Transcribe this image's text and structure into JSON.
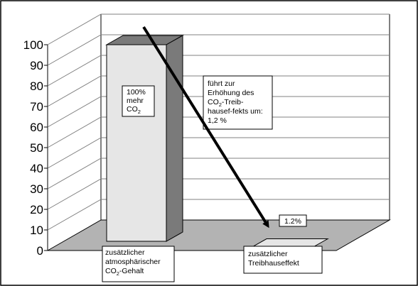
{
  "chart_data": {
    "type": "bar",
    "style": "3d",
    "categories": [
      [
        "zusätzlicher",
        "atmosphärischer",
        "CO₂-Gehalt"
      ],
      [
        "zusätzlicher",
        "Treibhauseffekt"
      ]
    ],
    "values": [
      100,
      1.2
    ],
    "ylim": [
      0,
      100
    ],
    "yticks": [
      0,
      10,
      20,
      30,
      40,
      50,
      60,
      70,
      80,
      90,
      100
    ],
    "grid": true,
    "data_labels": [
      [
        "100%",
        "mehr",
        "CO₂"
      ],
      [
        "1.2%"
      ]
    ],
    "annotation": {
      "lines": [
        "führt zur",
        "Erhöhung des",
        "CO₂-Treib-",
        "hausef-fekts um:",
        "1,2 %"
      ],
      "arrow": {
        "from": "top of bar 1",
        "to": "top of bar 2"
      }
    },
    "colors": {
      "bar_front": "#e6e6e6",
      "bar_side": "#7a7a7a",
      "bar_top": "#9a9a9a",
      "floor": "#b3b3b3",
      "grid": "#808080"
    }
  }
}
